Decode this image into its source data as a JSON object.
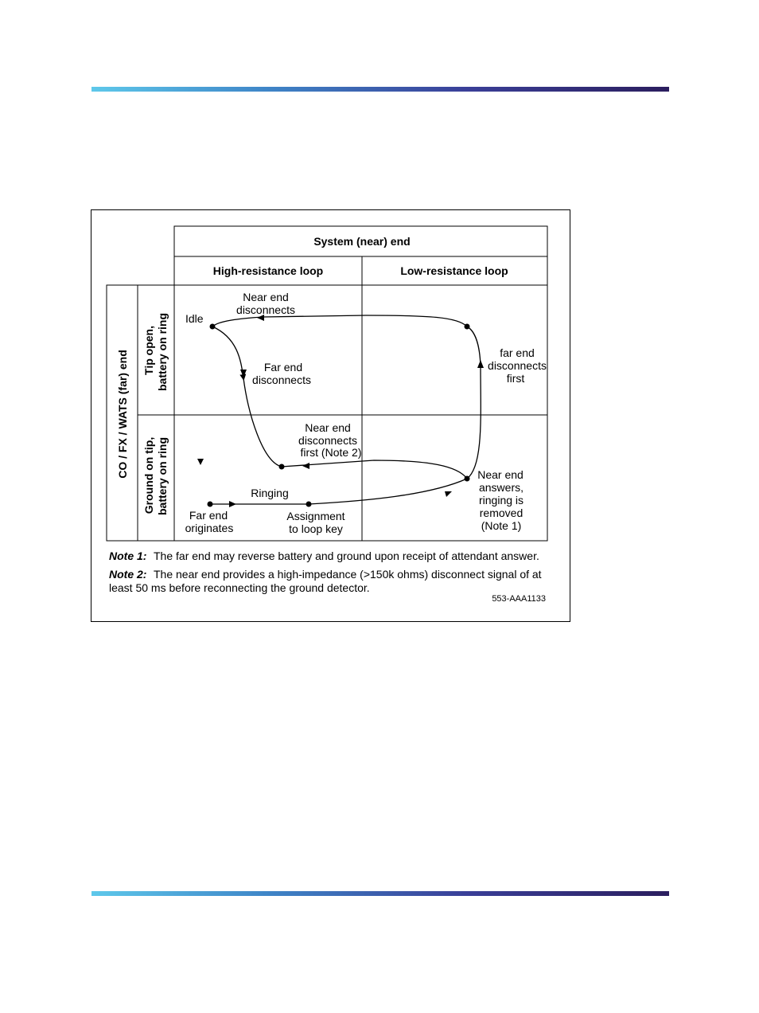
{
  "diagram": {
    "header": {
      "system_end": "System (near) end",
      "high_resistance": "High-resistance loop",
      "low_resistance": "Low-resistance loop"
    },
    "rows": {
      "far_end": "CO / FX / WATS (far) end",
      "tip_open_line1": "Tip open,",
      "tip_open_line2": "battery on ring",
      "ground_line1": "Ground on tip,",
      "ground_line2": "battery on ring"
    },
    "labels": {
      "idle": "Idle",
      "near_end_disconnects_1": "Near end",
      "near_end_disconnects_2": "disconnects",
      "far_end_disconnects_1": "Far end",
      "far_end_disconnects_2": "disconnects",
      "far_end_first_1": "far end",
      "far_end_first_2": "disconnects",
      "far_end_first_3": "first",
      "near_first_1": "Near end",
      "near_first_2": "disconnects",
      "near_first_3": "first (Note 2)",
      "ringing": "Ringing",
      "far_orig_1": "Far end",
      "far_orig_2": "originates",
      "assign_1": "Assignment",
      "assign_2": "to loop key",
      "answers_1": "Near end",
      "answers_2": "answers,",
      "answers_3": "ringing is",
      "answers_4": "removed",
      "answers_5": "(Note 1)"
    },
    "notes": {
      "note1_label": "Note 1:",
      "note1_text": "The far end may reverse battery and ground upon receipt of attendant answer.",
      "note2_label": "Note 2:",
      "note2_text_line1": "The near end provides a high-impedance (>150k ohms) disconnect signal of at",
      "note2_text_line2": "least 50 ms before reconnecting the ground detector."
    },
    "figure_code": "553-AAA1133"
  }
}
